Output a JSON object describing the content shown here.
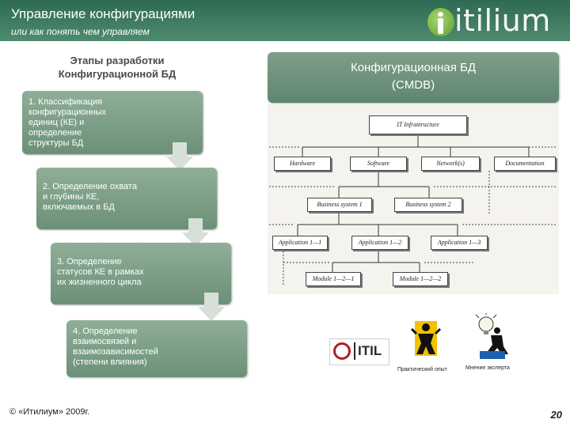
{
  "header": {
    "title": "Управление конфигурациями",
    "subtitle": "или как понять чем управляем",
    "logo_text": "itilium"
  },
  "stages": {
    "title": "Этапы разработки\nКонфигурационной БД",
    "steps": [
      "1. Классификация\nконфигурационных\nединиц (КЕ) и\nопределение\nструктуры БД",
      "2. Определение охвата\nи глубины КЕ,\nвключаемых в БД",
      "3. Определение\nстатусов КЕ в рамках\nих жизненного цикла",
      "4. Определение\nвзаимосвязей и\nвзаимозависимостей\n(степени влияния)"
    ]
  },
  "cmdb": {
    "title_line1": "Конфигурационная БД",
    "title_line2": "(CMDB)"
  },
  "tree": {
    "root": "IT Infrastructure",
    "level1": [
      "Hardware",
      "Software",
      "Network(s)",
      "Documentation"
    ],
    "level2": [
      "Business system 1",
      "Business system 2"
    ],
    "level3": [
      "Application 1—1",
      "Application 1—2",
      "Application 1—3"
    ],
    "level4": [
      "Module 1—2—1",
      "Module 1—2—2"
    ]
  },
  "sources": {
    "itil_label": "ITIL",
    "practice_caption": "Практический опыт",
    "expert_caption": "Мнение эксперта"
  },
  "footer": {
    "copyright": "© «Итилиум» 2009г.",
    "page": "20"
  }
}
